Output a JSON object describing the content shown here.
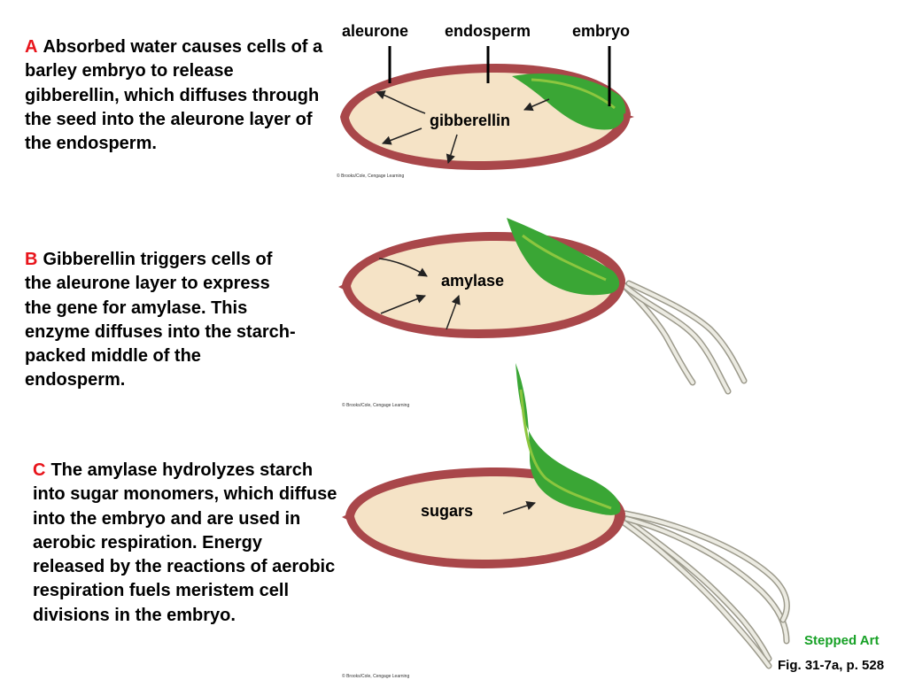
{
  "panels": [
    {
      "letter": "A",
      "text": "Absorbed water causes cells of a barley embryo to release gibberellin, which diffuses through the seed into the aleurone layer of the endosperm.",
      "credit": "© Brooks/Cole, Cengage Learning"
    },
    {
      "letter": "B",
      "text": "Gibberellin triggers cells of the aleurone layer to express the gene for amylase. This enzyme diffuses into the starch-packed middle of the endosperm.",
      "credit": "© Brooks/Cole, Cengage Learning"
    },
    {
      "letter": "C",
      "text": "The amylase hydrolyzes starch into sugar monomers, which diffuse into the embryo and are used in aerobic respiration. Energy released by the reactions of aerobic respiration fuels meristem cell divisions in the embryo.",
      "credit": "© Brooks/Cole, Cengage Learning"
    }
  ],
  "labels": {
    "aleurone": "aleurone",
    "endosperm": "endosperm",
    "embryo": "embryo",
    "gibberellin": "gibberellin",
    "amylase": "amylase",
    "sugars": "sugars"
  },
  "footer": {
    "stepped_art": "Stepped Art",
    "figure_ref": "Fig. 31-7a, p. 528"
  },
  "colors": {
    "letter": "#e8141b",
    "seed_coat": "#a9474a",
    "endosperm_fill": "#f5e3c6",
    "embryo_green": "#3aa635",
    "embryo_highlight": "#8cc63f",
    "root": "#ecebe2",
    "stepped_art": "#17a126"
  }
}
